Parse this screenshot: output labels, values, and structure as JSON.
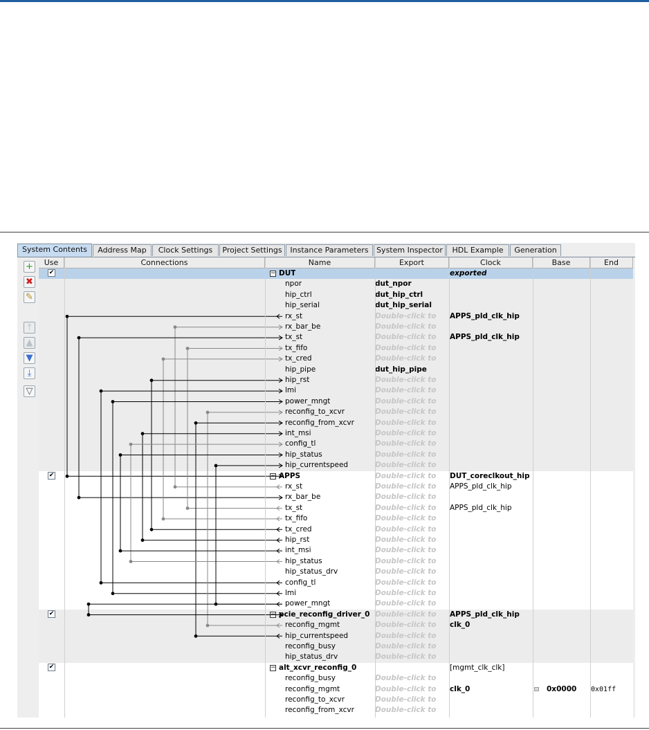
{
  "tabs": [
    "System Contents",
    "Address Map",
    "Clock Settings",
    "Project Settings",
    "Instance Parameters",
    "System Inspector",
    "HDL Example",
    "Generation"
  ],
  "active_tab": 0,
  "toolbar": {
    "icons": [
      "add-icon",
      "remove-icon",
      "edit-icon",
      "move-top-icon",
      "move-up-icon",
      "move-down-icon",
      "move-bottom-icon",
      "filter-icon"
    ]
  },
  "columns": [
    "Use",
    "Connections",
    "Name",
    "Export",
    "Clock",
    "Base",
    "End"
  ],
  "check_mark": "✔",
  "expander_sign": "−",
  "export_hint": "Double-click to",
  "components": [
    {
      "name": "DUT",
      "clock": "exported",
      "clock_style": "italic",
      "export": "",
      "ports": [
        {
          "name": "npor",
          "export": "dut_npor",
          "clock": ""
        },
        {
          "name": "hip_ctrl",
          "export": "dut_hip_ctrl",
          "clock": ""
        },
        {
          "name": "hip_serial",
          "export": "dut_hip_serial",
          "clock": ""
        },
        {
          "name": "rx_st",
          "export": "",
          "clock": "APPS_pld_clk_hip"
        },
        {
          "name": "rx_bar_be",
          "export": "",
          "clock": ""
        },
        {
          "name": "tx_st",
          "export": "",
          "clock": "APPS_pld_clk_hip"
        },
        {
          "name": "tx_fifo",
          "export": "",
          "clock": ""
        },
        {
          "name": "tx_cred",
          "export": "",
          "clock": ""
        },
        {
          "name": "hip_pipe",
          "export": "dut_hip_pipe",
          "clock": ""
        },
        {
          "name": "hip_rst",
          "export": "",
          "clock": ""
        },
        {
          "name": "lmi",
          "export": "",
          "clock": ""
        },
        {
          "name": "power_mngt",
          "export": "",
          "clock": ""
        },
        {
          "name": "reconfig_to_xcvr",
          "export": "",
          "clock": ""
        },
        {
          "name": "reconfig_from_xcvr",
          "export": "",
          "clock": ""
        },
        {
          "name": "int_msi",
          "export": "",
          "clock": ""
        },
        {
          "name": "config_tl",
          "export": "",
          "clock": ""
        },
        {
          "name": "hip_status",
          "export": "",
          "clock": ""
        },
        {
          "name": "hip_currentspeed",
          "export": "",
          "clock": ""
        }
      ]
    },
    {
      "name": "APPS",
      "clock": "DUT_coreclkout_hip",
      "clock_style": "bold",
      "export": "Double-click to",
      "ports": [
        {
          "name": "rx_st",
          "export": "",
          "clock": "APPS_pld_clk_hip"
        },
        {
          "name": "rx_bar_be",
          "export": "",
          "clock": ""
        },
        {
          "name": "tx_st",
          "export": "",
          "clock": "APPS_pld_clk_hip"
        },
        {
          "name": "tx_fifo",
          "export": "",
          "clock": ""
        },
        {
          "name": "tx_cred",
          "export": "",
          "clock": ""
        },
        {
          "name": "hip_rst",
          "export": "",
          "clock": ""
        },
        {
          "name": "int_msi",
          "export": "",
          "clock": ""
        },
        {
          "name": "hip_status",
          "export": "",
          "clock": ""
        },
        {
          "name": "hip_status_drv",
          "export": "",
          "clock": ""
        },
        {
          "name": "config_tl",
          "export": "",
          "clock": ""
        },
        {
          "name": "lmi",
          "export": "",
          "clock": ""
        },
        {
          "name": "power_mngt",
          "export": "",
          "clock": ""
        }
      ]
    },
    {
      "name": "pcie_reconfig_driver_0",
      "clock": "APPS_pld_clk_hip",
      "clock_style": "bold",
      "export": "Double-click to",
      "ports": [
        {
          "name": "reconfig_mgmt",
          "export": "",
          "clock": "clk_0",
          "clock_bold": true
        },
        {
          "name": "hip_currentspeed",
          "export": "",
          "clock": ""
        },
        {
          "name": "reconfig_busy",
          "export": "",
          "clock": ""
        },
        {
          "name": "hip_status_drv",
          "export": "",
          "clock": ""
        }
      ]
    },
    {
      "name": "alt_xcvr_reconfig_0",
      "clock": "[mgmt_clk_clk]",
      "clock_style": "plain",
      "export": "",
      "ports": [
        {
          "name": "reconfig_busy",
          "export": "",
          "clock": ""
        },
        {
          "name": "reconfig_mgmt",
          "export": "",
          "clock": "clk_0",
          "clock_bold": true,
          "base": "0x0000",
          "end": "0x01ff"
        },
        {
          "name": "reconfig_to_xcvr",
          "export": "",
          "clock": ""
        },
        {
          "name": "reconfig_from_xcvr",
          "export": "",
          "clock": ""
        }
      ]
    }
  ]
}
